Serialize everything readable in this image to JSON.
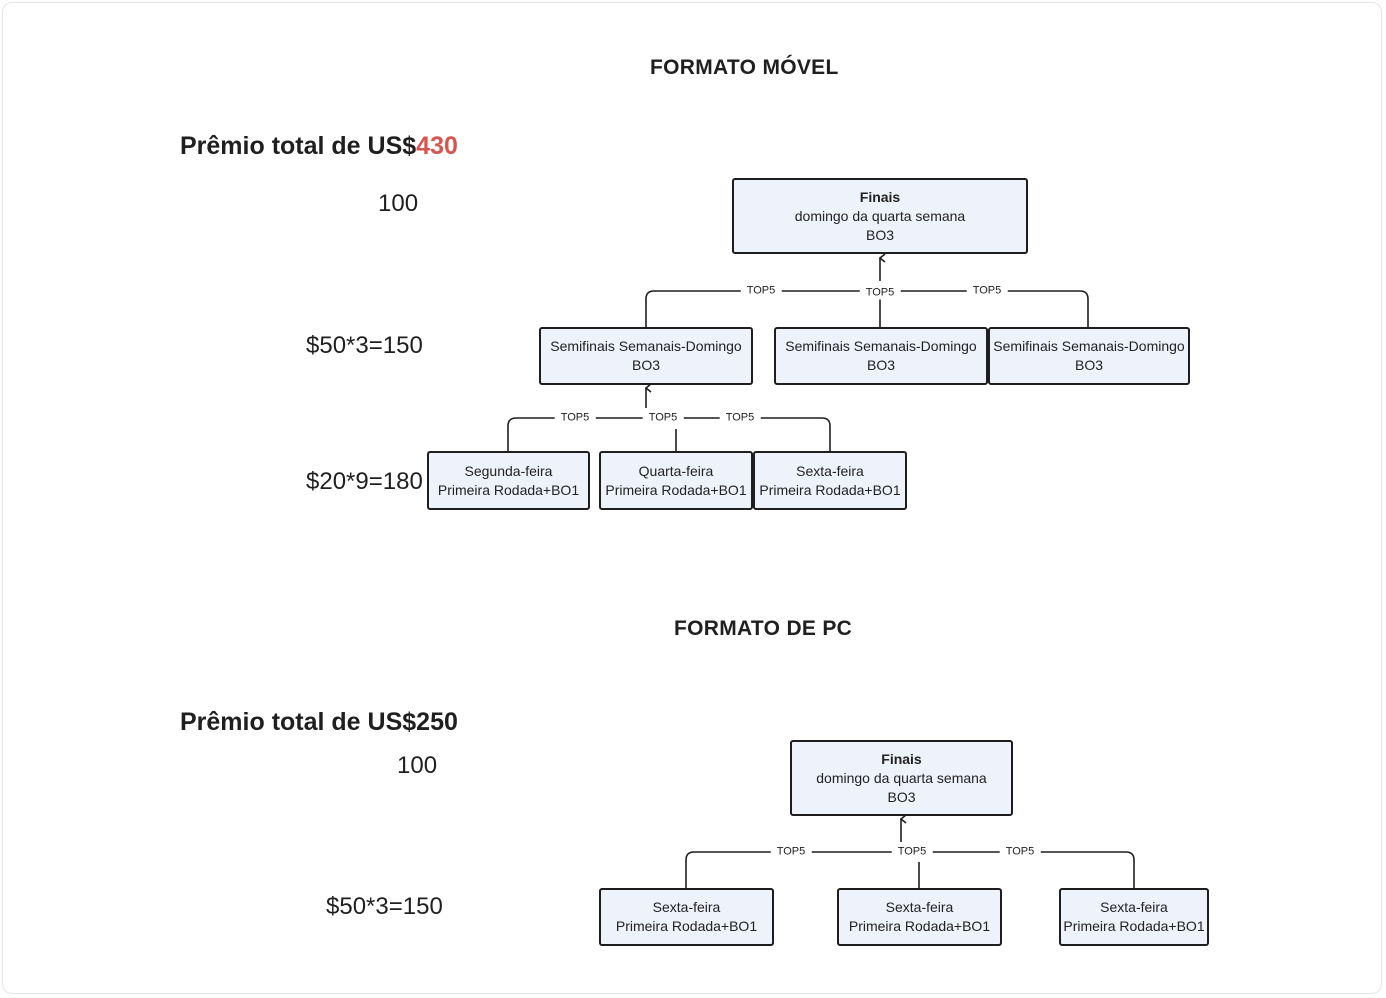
{
  "mobile": {
    "heading": "FORMATO MÓVEL",
    "prize_prefix": "Prêmio total de US$",
    "prize_value": "430",
    "amounts": [
      "100",
      "$50*3=150",
      "$20*9=180"
    ],
    "final": {
      "title": "Finais",
      "line1": "domingo da quarta semana",
      "line2": "BO3"
    },
    "semis": [
      {
        "line1": "Semifinais Semanais-Domingo",
        "line2": "BO3"
      },
      {
        "line1": "Semifinais Semanais-Domingo",
        "line2": "BO3"
      },
      {
        "line1": "Semifinais Semanais-Domingo",
        "line2": "BO3"
      }
    ],
    "rounds": [
      {
        "line1": "Segunda-feira",
        "line2": "Primeira Rodada+BO1"
      },
      {
        "line1": "Quarta-feira",
        "line2": "Primeira Rodada+BO1"
      },
      {
        "line1": "Sexta-feira",
        "line2": "Primeira Rodada+BO1"
      }
    ],
    "edge_labels_top": [
      "TOP5",
      "TOP5",
      "TOP5"
    ],
    "edge_labels_mid": [
      "TOP5",
      "TOP5",
      "TOP5"
    ]
  },
  "pc": {
    "heading": "FORMATO DE PC",
    "prize": "Prêmio total de US$250",
    "amounts": [
      "100",
      "$50*3=150"
    ],
    "final": {
      "title": "Finais",
      "line1": "domingo da quarta semana",
      "line2": "BO3"
    },
    "rounds": [
      {
        "line1": "Sexta-feira",
        "line2": "Primeira Rodada+BO1"
      },
      {
        "line1": "Sexta-feira",
        "line2": "Primeira Rodada+BO1"
      },
      {
        "line1": "Sexta-feira",
        "line2": "Primeira Rodada+BO1"
      }
    ],
    "edge_labels": [
      "TOP5",
      "TOP5",
      "TOP5"
    ]
  }
}
